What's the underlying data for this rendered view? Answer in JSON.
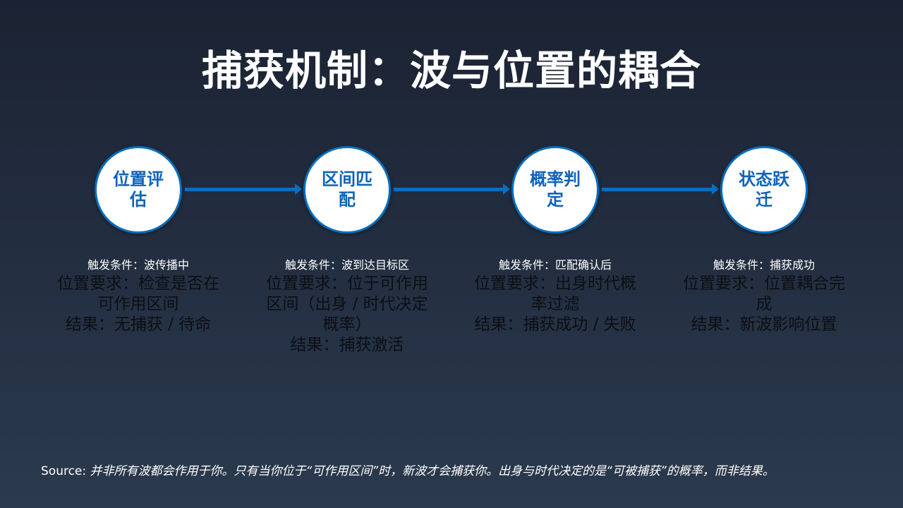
{
  "title": "捕获机制：波与位置的耦合",
  "colors": {
    "background_top": "#1b2333",
    "background_bottom": "#2b3a4e",
    "accent_blue": "#0a6ebd",
    "node_text": "#0f63b8",
    "node_fill": "#ffffff",
    "title_text": "#ffffff"
  },
  "steps": [
    {
      "label": "位置评估",
      "trigger": "触发条件：波传播中",
      "lines": [
        "位置要求：检查是否在可作用区间",
        "结果：无捕获 / 待命"
      ]
    },
    {
      "label": "区间匹配",
      "trigger": "触发条件：波到达目标区",
      "lines": [
        "位置要求：位于可作用区间（出身 / 时代决定概率）",
        "结果：捕获激活"
      ]
    },
    {
      "label": "概率判定",
      "trigger": "触发条件：匹配确认后",
      "lines": [
        "位置要求：出身时代概率过滤",
        "结果：捕获成功 / 失败"
      ]
    },
    {
      "label": "状态跃迁",
      "trigger": "触发条件：捕获成功",
      "lines": [
        "位置要求：位置耦合完成",
        "结果：新波影响位置"
      ]
    }
  ],
  "source": {
    "label": "Source: ",
    "text": "并非所有波都会作用于你。只有当你位于“可作用区间”时，新波才会捕获你。出身与时代决定的是“可被捕获”的概率，而非结果。"
  }
}
